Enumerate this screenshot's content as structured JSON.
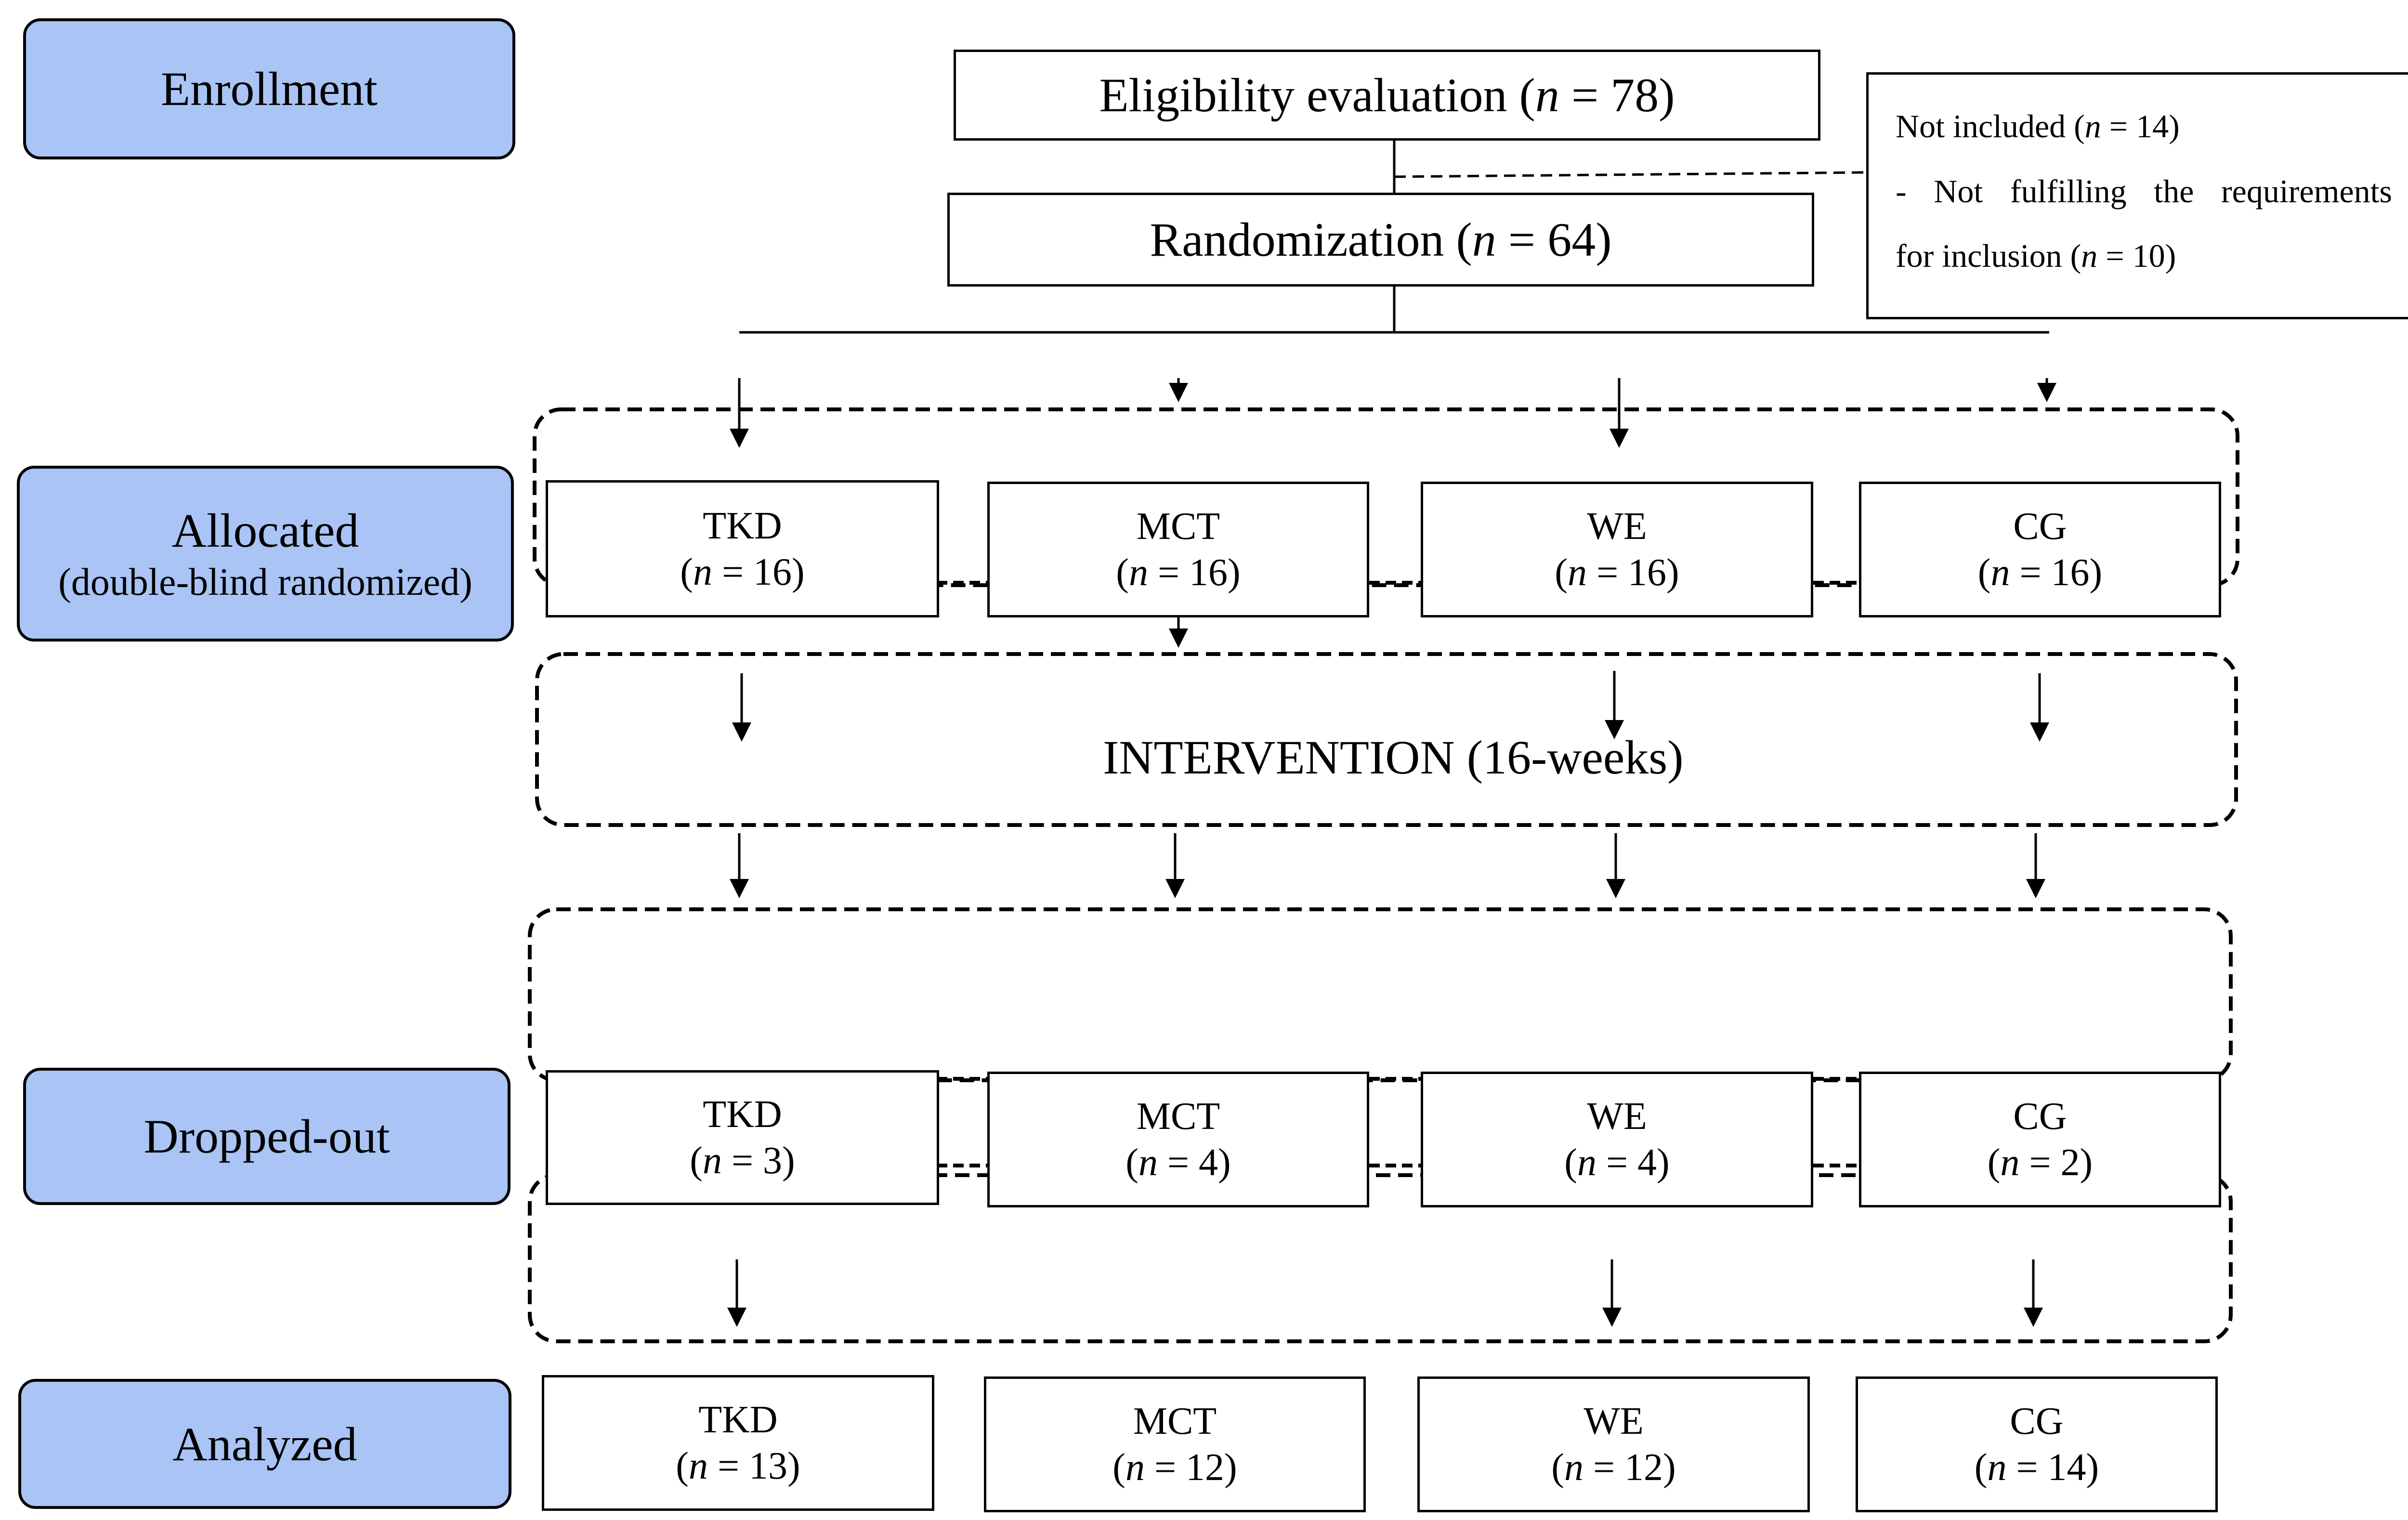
{
  "stages": {
    "enrollment": "Enrollment",
    "allocated": "Allocated",
    "allocated_note": "(double-blind randomized)",
    "dropped_out": "Dropped-out",
    "analyzed": "Analyzed"
  },
  "eligibility": {
    "label": "Eligibility evaluation (",
    "n_symbol": "n",
    "rest": " = 78)"
  },
  "randomization": {
    "label": "Randomization (",
    "n_symbol": "n",
    "rest": " = 64)"
  },
  "not_included": {
    "line1_pre": "Not included (",
    "line1_n": "n",
    "line1_post": " = 14)",
    "line2": "- Not fulfilling the requirements",
    "line3_pre": "for inclusion (",
    "line3_n": "n",
    "line3_post": " = 10)"
  },
  "intervention": "INTERVENTION (16-weeks)",
  "n_symbol": "n",
  "allocated_groups": [
    {
      "name": "TKD",
      "count": " = 16)"
    },
    {
      "name": "MCT",
      "count": " = 16)"
    },
    {
      "name": "WE",
      "count": " = 16)"
    },
    {
      "name": "CG",
      "count": " = 16)"
    }
  ],
  "dropped_groups": [
    {
      "name": "TKD",
      "count": " = 3)"
    },
    {
      "name": "MCT",
      "count": " = 4)"
    },
    {
      "name": "WE",
      "count": " = 4)"
    },
    {
      "name": "CG",
      "count": " = 2)"
    }
  ],
  "analyzed_groups": [
    {
      "name": "TKD",
      "count": " = 13)"
    },
    {
      "name": "MCT",
      "count": " = 12)"
    },
    {
      "name": "WE",
      "count": " = 12)"
    },
    {
      "name": "CG",
      "count": " = 14)"
    }
  ],
  "colors": {
    "stage_fill": "#a9c4f5",
    "line": "#000000",
    "background": "#ffffff"
  }
}
